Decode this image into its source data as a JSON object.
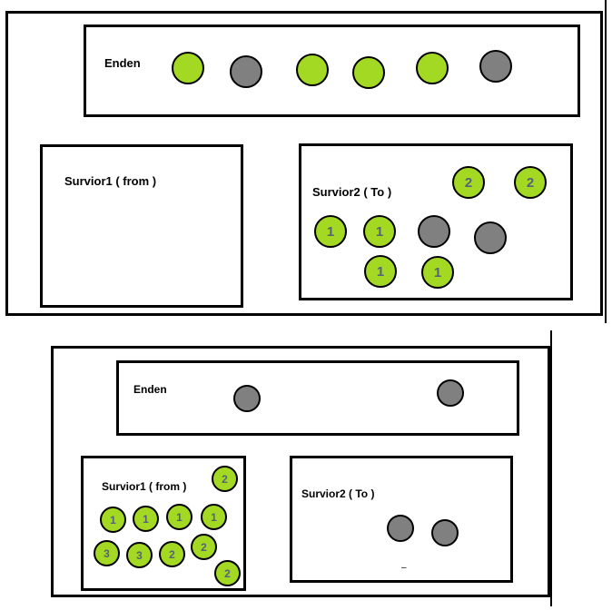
{
  "colors": {
    "live": "#a3d823",
    "dead": "#808080",
    "age_text": "#55627a"
  },
  "diagram_top": {
    "eden": {
      "label": "Enden",
      "objects": [
        "live",
        "dead",
        "live",
        "live",
        "live",
        "dead"
      ]
    },
    "survivor1": {
      "label": "Survior1 ( from )",
      "objects": []
    },
    "survivor2": {
      "label": "Survior2 ( To )",
      "objects": [
        {
          "state": "live",
          "age": "2"
        },
        {
          "state": "live",
          "age": "2"
        },
        {
          "state": "live",
          "age": "1"
        },
        {
          "state": "live",
          "age": "1"
        },
        {
          "state": "dead",
          "age": ""
        },
        {
          "state": "dead",
          "age": ""
        },
        {
          "state": "live",
          "age": "1"
        },
        {
          "state": "live",
          "age": "1"
        }
      ]
    }
  },
  "diagram_bottom": {
    "eden": {
      "label": "Enden",
      "objects": [
        "dead",
        "dead"
      ]
    },
    "survivor1": {
      "label": "Survior1 ( from )",
      "objects": [
        {
          "state": "live",
          "age": "2"
        },
        {
          "state": "live",
          "age": "1"
        },
        {
          "state": "live",
          "age": "1"
        },
        {
          "state": "live",
          "age": "1"
        },
        {
          "state": "live",
          "age": "1"
        },
        {
          "state": "live",
          "age": "3"
        },
        {
          "state": "live",
          "age": "3"
        },
        {
          "state": "live",
          "age": "2"
        },
        {
          "state": "live",
          "age": "2"
        },
        {
          "state": "live",
          "age": "2"
        }
      ]
    },
    "survivor2": {
      "label": "Survior2 ( To )",
      "objects": [
        "dead",
        "dead"
      ],
      "mark": "–"
    }
  }
}
